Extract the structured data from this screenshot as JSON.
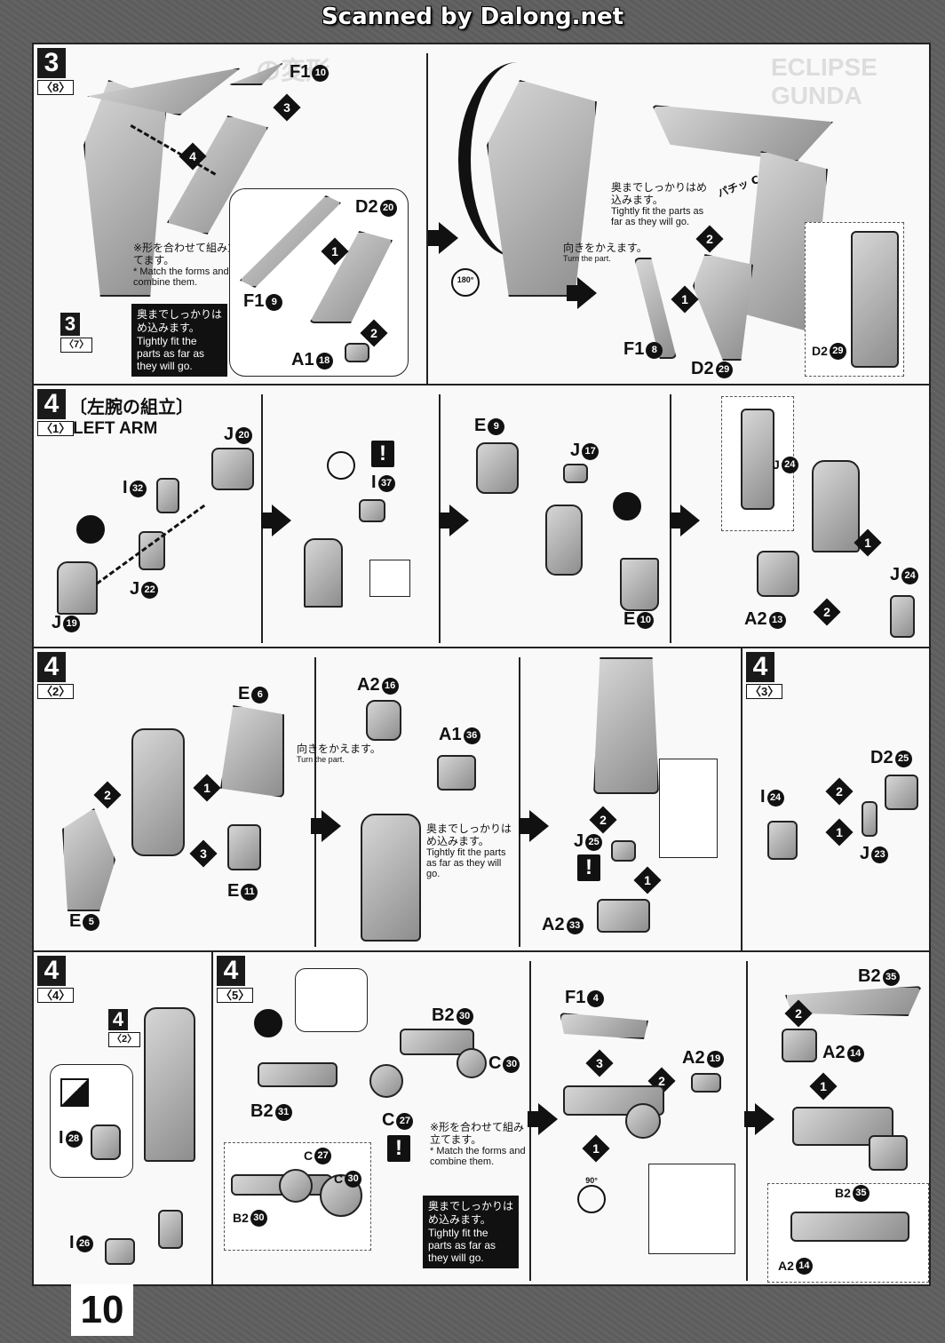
{
  "watermark": "Scanned by Dalong.net",
  "page_number": "10",
  "step3": {
    "num": "3",
    "sub": "〈8〉",
    "header_bg": "の変形",
    "header_bg2": "ECLIPSE GUNDA",
    "ref_num": "3",
    "ref_sub": "〈7〉",
    "labels": {
      "f1_10": "F1",
      "d2_20": "D2",
      "f1_9": "F1",
      "a1_18": "A1",
      "f1_8": "F1",
      "d2_29": "D2",
      "d2_29b": "D2"
    },
    "circ": {
      "c10": "10",
      "c20": "20",
      "c9": "9",
      "c18": "18",
      "c8": "8",
      "c29": "29",
      "c29b": "29"
    },
    "note_match_jp": "※形を合わせて組み立てます。",
    "note_match_en": "* Match the forms and combine them.",
    "notebox_jp": "奥までしっかりはめ込みます。",
    "notebox_en": "Tightly fit the parts as far as they will go.",
    "note_fit_jp": "奥までしっかりはめ込みます。",
    "note_fit_en": "Tightly fit the parts as far as they will go.",
    "note_turn_jp": "向きをかえます。",
    "note_turn_en": "Turn the part.",
    "click_jp": "パチッ",
    "click_en": "Click!",
    "rotate": "180°"
  },
  "step4_1": {
    "num": "4",
    "sub": "〈1〉",
    "title_jp": "〔左腕の組立〕",
    "title_en": "LEFT ARM",
    "labels": {
      "j20": "J",
      "i32": "I",
      "j22": "J",
      "j19": "J",
      "i37": "I",
      "e9": "E",
      "j17": "J",
      "e10": "E",
      "j24": "J",
      "j24b": "J",
      "a2_13": "A2"
    },
    "circ": {
      "j20": "20",
      "i32": "32",
      "j22": "22",
      "j19": "19",
      "i37": "37",
      "e9": "9",
      "j17": "17",
      "e10": "10",
      "j24": "24",
      "j24b": "24",
      "a2_13": "13"
    }
  },
  "step4_2": {
    "num": "4",
    "sub": "〈2〉",
    "labels": {
      "e6": "E",
      "e11": "E",
      "e5": "E",
      "a2_16": "A2",
      "a1_36": "A1",
      "j25": "J",
      "a2_33": "A2"
    },
    "circ": {
      "e6": "6",
      "e11": "11",
      "e5": "5",
      "a2_16": "16",
      "a1_36": "36",
      "j25": "25",
      "a2_33": "33"
    },
    "note_turn_jp": "向きをかえます。",
    "note_turn_en": "Turn the part.",
    "note_fit_jp": "奥までしっかりはめ込みます。",
    "note_fit_en": "Tightly fit the parts as far as they will go."
  },
  "step4_3": {
    "num": "4",
    "sub": "〈3〉",
    "labels": {
      "d2_25": "D2",
      "i24": "I",
      "j23": "J"
    },
    "circ": {
      "d2_25": "25",
      "i24": "24",
      "j23": "23"
    }
  },
  "step4_4": {
    "num": "4",
    "sub": "〈4〉",
    "ref_num": "4",
    "ref_sub": "〈2〉",
    "labels": {
      "i28": "I",
      "i26": "I"
    },
    "circ": {
      "i28": "28",
      "i26": "26"
    }
  },
  "step4_5": {
    "num": "4",
    "sub": "〈5〉",
    "labels": {
      "b2_30": "B2",
      "c30": "C",
      "b2_31": "B2",
      "c27": "C",
      "c27b": "C",
      "c30b": "C",
      "b2_30b": "B2",
      "f1_4": "F1",
      "a2_19": "A2",
      "b2_35": "B2",
      "a2_14": "A2",
      "b2_35b": "B2",
      "a2_14b": "A2"
    },
    "circ": {
      "b2_30": "30",
      "c30": "30",
      "b2_31": "31",
      "c27": "27",
      "c27b": "27",
      "c30b": "30",
      "b2_30b": "30",
      "f1_4": "4",
      "a2_19": "19",
      "b2_35": "35",
      "a2_14": "14",
      "b2_35b": "35",
      "a2_14b": "14"
    },
    "note_match_jp": "※形を合わせて組み立てます。",
    "note_match_en": "* Match the forms and combine them.",
    "notebox_jp": "奥までしっかりはめ込みます。",
    "notebox_en": "Tightly fit the parts as far as they will go.",
    "rotate": "90°"
  },
  "colors": {
    "ink": "#111111",
    "paper": "#f9f9f9",
    "background": "#5f5f5f"
  }
}
